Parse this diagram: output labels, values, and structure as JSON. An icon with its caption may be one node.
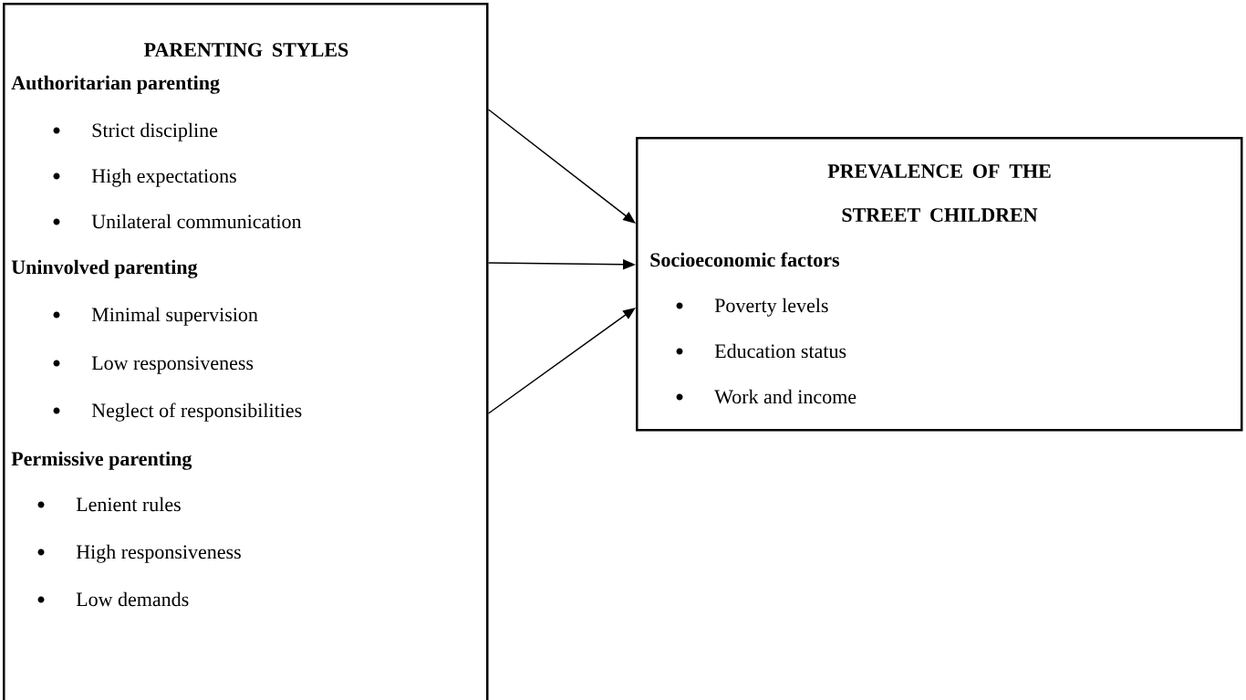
{
  "diagram": {
    "nodes": [
      {
        "text": [
          "PARENTING STYLES",
          "Authoritarian parenting",
          "Strict discipline",
          "High expectations",
          "Unilateral communication",
          "Uninvolved parenting",
          "Minimal supervision",
          "Low responsiveness",
          "Neglect of responsibilities",
          "Permissive parenting",
          "Lenient rules",
          "High responsiveness",
          "Low demands"
        ]
      },
      {
        "text": [
          "PREVALENCE OF THE STREET CHILDREN",
          "Socioeconomic factors",
          "Poverty levels",
          "Education status",
          "Work and income"
        ]
      }
    ],
    "edges": [
      {
        "from": 0,
        "to": 1,
        "arrow": "to"
      },
      {
        "from": 0,
        "to": 1,
        "arrow": "to"
      },
      {
        "from": 0,
        "to": 1,
        "arrow": "to"
      }
    ]
  }
}
